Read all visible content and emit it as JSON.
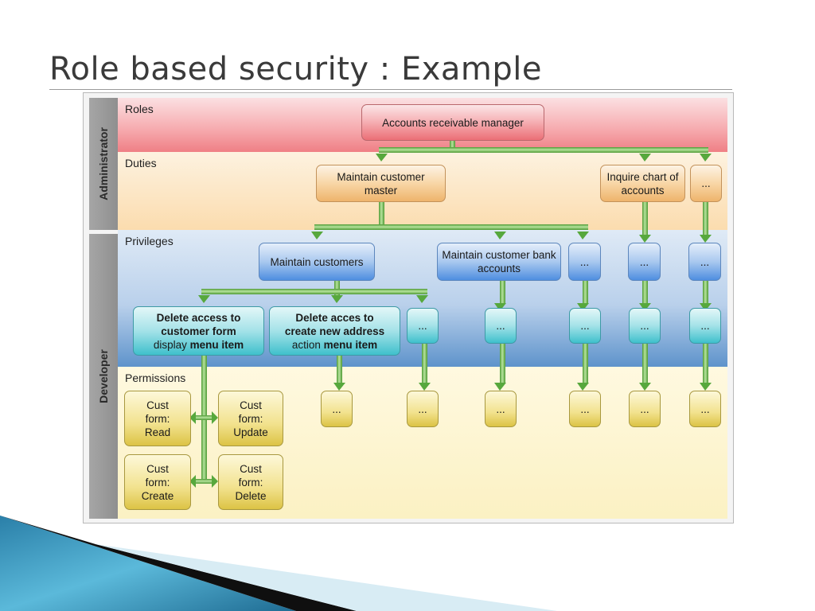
{
  "slide": {
    "title": "Role based security : Example"
  },
  "sections": {
    "administrator": "Administrator",
    "developer": "Developer"
  },
  "bands": {
    "roles": "Roles",
    "duties": "Duties",
    "privileges": "Privileges",
    "permissions": "Permissions"
  },
  "role": {
    "label": "Accounts receivable manager"
  },
  "duties": {
    "maintain_customer_master": "Maintain customer master",
    "inquire_chart": "Inquire chart of accounts",
    "more": "..."
  },
  "privileges": {
    "maintain_customers": "Maintain customers",
    "maintain_bank_accounts": "Maintain customer bank accounts",
    "more": "..."
  },
  "entry_points": {
    "delete_form_line1": "Delete access to",
    "delete_form_line2": "customer form",
    "delete_form_line3a": "display ",
    "delete_form_line3b": "menu item",
    "delete_new_line1": "Delete acces to",
    "delete_new_line2": "create new address",
    "delete_new_line3a": "action ",
    "delete_new_line3b": "menu item",
    "more": "..."
  },
  "permissions": {
    "read": "Cust form: Read",
    "update": "Cust form: Update",
    "create": "Cust form: Create",
    "delete": "Cust form: Delete",
    "more": "..."
  },
  "colors": {
    "connector": "#6ab04c",
    "role_box": "#eb6f76",
    "duty_box": "#eeb46c",
    "privilege_box": "#4e8ee0",
    "entry_point_box": "#3fc0cc",
    "permission_box": "#dcc345"
  }
}
